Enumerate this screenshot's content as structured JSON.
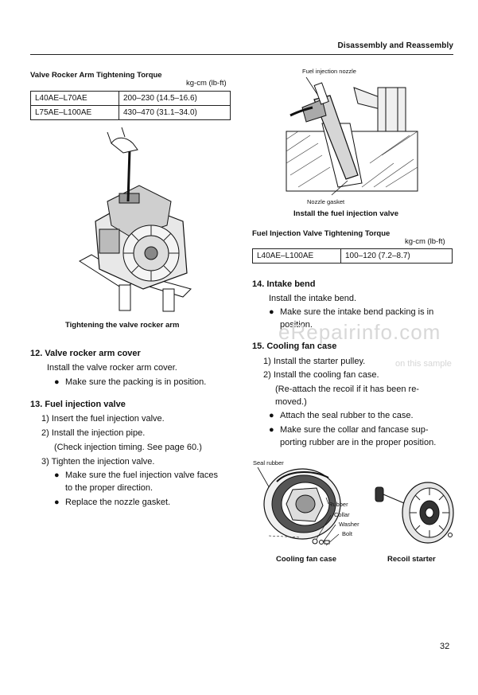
{
  "header": {
    "title": "Disassembly and Reassembly",
    "page_number": "32"
  },
  "left": {
    "table_title": "Valve Rocker Arm Tightening Torque",
    "table_unit": "kg-cm (lb-ft)",
    "table_rows": [
      {
        "model": "L40AE–L70AE",
        "value": "200–230 (14.5–16.6)"
      },
      {
        "model": "L75AE–L100AE",
        "value": "430–470 (31.1–34.0)"
      }
    ],
    "figure_caption": "Tightening the valve rocker arm",
    "s12_heading": "12. Valve rocker arm cover",
    "s12_line1": "Install the valve rocker arm cover.",
    "s12_bullet1": "Make sure the packing is in position.",
    "s13_heading": "13. Fuel injection valve",
    "s13_step1": "1)  Insert the fuel injection valve.",
    "s13_step2": "2)  Install the injection pipe.",
    "s13_step2b": "(Check injection timing. See page 60.)",
    "s13_step3": "3)  Tighten the injection valve.",
    "s13_bullet1a": "Make sure the fuel injection valve faces",
    "s13_bullet1b": "to the proper direction.",
    "s13_bullet2": "Replace the nozzle gasket."
  },
  "right": {
    "label_nozzle": "Fuel injection nozzle",
    "label_gasket": "Nozzle gasket",
    "figure_caption": "Install the fuel injection valve",
    "table_title": "Fuel Injection Valve Tightening Torque",
    "table_unit": "kg-cm (lb-ft)",
    "table_rows": [
      {
        "model": "L40AE–L100AE",
        "value": "100–120 (7.2–8.7)"
      }
    ],
    "s14_heading": "14. Intake bend",
    "s14_line1": "Install the intake bend.",
    "s14_bullet1a": "Make sure the intake bend packing is in",
    "s14_bullet1b": "position.",
    "s15_heading": "15. Cooling fan case",
    "s15_step1": "1)  Install the starter pulley.",
    "s15_step2": "2)  Install the cooling fan case.",
    "s15_step2b": "(Re-attach the recoil if it has been re-",
    "s15_step2c": "moved.)",
    "s15_bullet1": "Attach the seal rubber to the case.",
    "s15_bullet2a": "Make sure the collar and fancase sup-",
    "s15_bullet2b": "porting rubber are in the proper position.",
    "label_seal_rubber": "Seal rubber",
    "label_rubber": "Rubber",
    "label_collar": "Collar",
    "label_washer": "Washer",
    "label_bolt": "Bolt",
    "caption_fan_case": "Cooling fan case",
    "caption_recoil": "Recoil starter"
  },
  "watermark": {
    "main": "eRepairinfo.com",
    "sub": "on this sample"
  }
}
